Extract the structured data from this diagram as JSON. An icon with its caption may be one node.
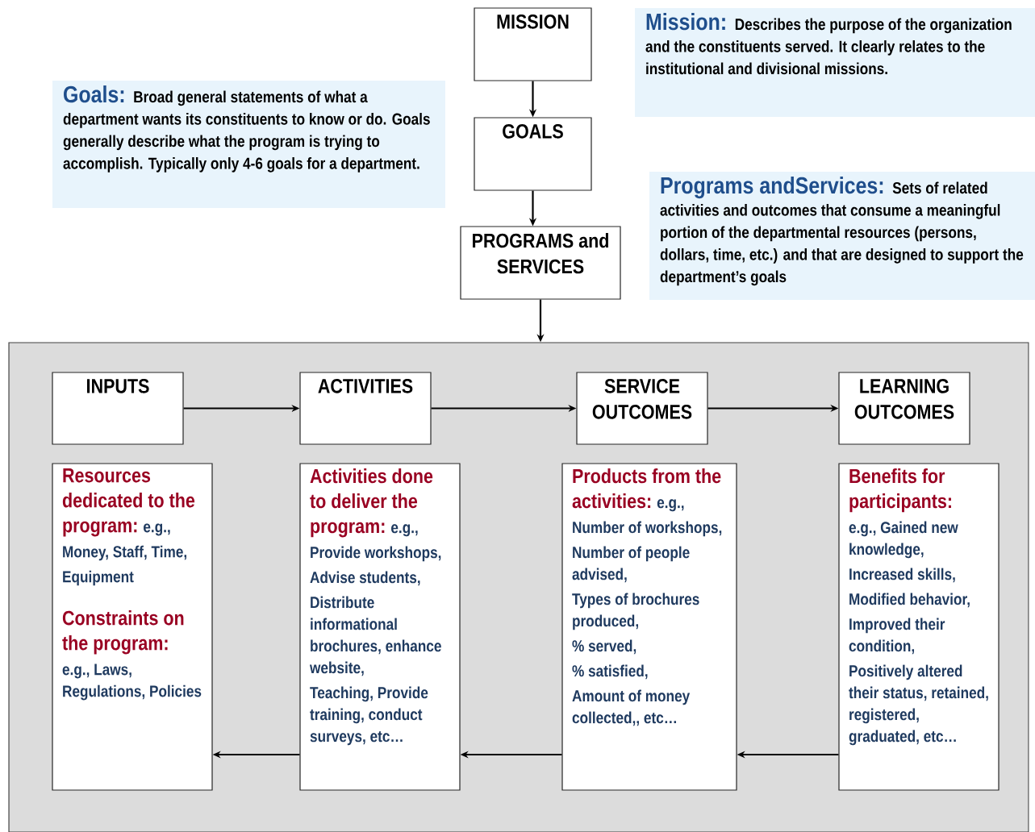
{
  "diagram": {
    "nodes": [
      {
        "text": [
          "MISSION"
        ]
      },
      {
        "text": [
          "Mission:",
          "Describes the purpose of the organization and the constituents served. It clearly relates to the institutional and divisional missions."
        ]
      },
      {
        "text": [
          "Goals:",
          "Broad general statements of what a department wants its constituents to know or do. Goals generally describe what the program is trying to accomplish. Typically only 4-6 goals for a department."
        ]
      },
      {
        "text": [
          "GOALS"
        ]
      },
      {
        "text": [
          "Programs andServices:",
          "Sets of related activities and outcomes that consume a meaningful portion of the departmental resources (persons, dollars, time, etc.) and that are designed to support the department’s goals"
        ]
      },
      {
        "text": [
          "PROGRAMS and SERVICES"
        ]
      },
      {
        "text": [],
        "shape": "box"
      },
      {
        "text": [
          "INPUTS"
        ],
        "in": 6
      },
      {
        "text": [
          "ACTIVITIES"
        ],
        "in": 6
      },
      {
        "text": [
          "SERVICE OUTCOMES"
        ],
        "in": 6
      },
      {
        "text": [
          "LEARNING OUTCOMES"
        ],
        "in": 6
      },
      {
        "text": [
          "Resources dedicated to the program:",
          "e.g., Money, Staff, Time, Equipment",
          "Constraints on the program:",
          "e.g., Laws, Regulations, Policies"
        ],
        "in": 6
      },
      {
        "text": [
          "Activities done to deliver the program:",
          "e.g., Provide workshops, Advise students,",
          "Distribute informational brochures, enhance website,",
          "Teaching, Provide training, conduct surveys, etc…"
        ],
        "in": 6
      },
      {
        "text": [
          "Products from the activities:",
          "e.g.,",
          "Number of workshops,",
          "Number of people advised,",
          "Types of brochures produced,",
          "% served,",
          "% satisfied,",
          "Amount of money collected,, etc…"
        ],
        "in": 6
      },
      {
        "text": [
          "Benefits for participants:",
          "e.g., Gained new knowledge,",
          "Increased skills,",
          "Modified behavior,",
          "Improved their condition,",
          "Positively altered their status, retained, registered, graduated, etc…"
        ],
        "in": 6
      }
    ],
    "edges": [
      {
        "from": 0,
        "to": 3,
        "arrow": "to"
      },
      {
        "from": 3,
        "to": 5,
        "arrow": "to"
      },
      {
        "from": 5,
        "to": 6,
        "arrow": "to"
      },
      {
        "from": 7,
        "to": 8,
        "arrow": "to"
      },
      {
        "from": 8,
        "to": 9,
        "arrow": "to"
      },
      {
        "from": 9,
        "to": 10,
        "arrow": "to"
      },
      {
        "from": 12,
        "to": 11,
        "arrow": "to"
      },
      {
        "from": 13,
        "to": 12,
        "arrow": "to"
      },
      {
        "from": 14,
        "to": 13,
        "arrow": "to"
      }
    ]
  }
}
